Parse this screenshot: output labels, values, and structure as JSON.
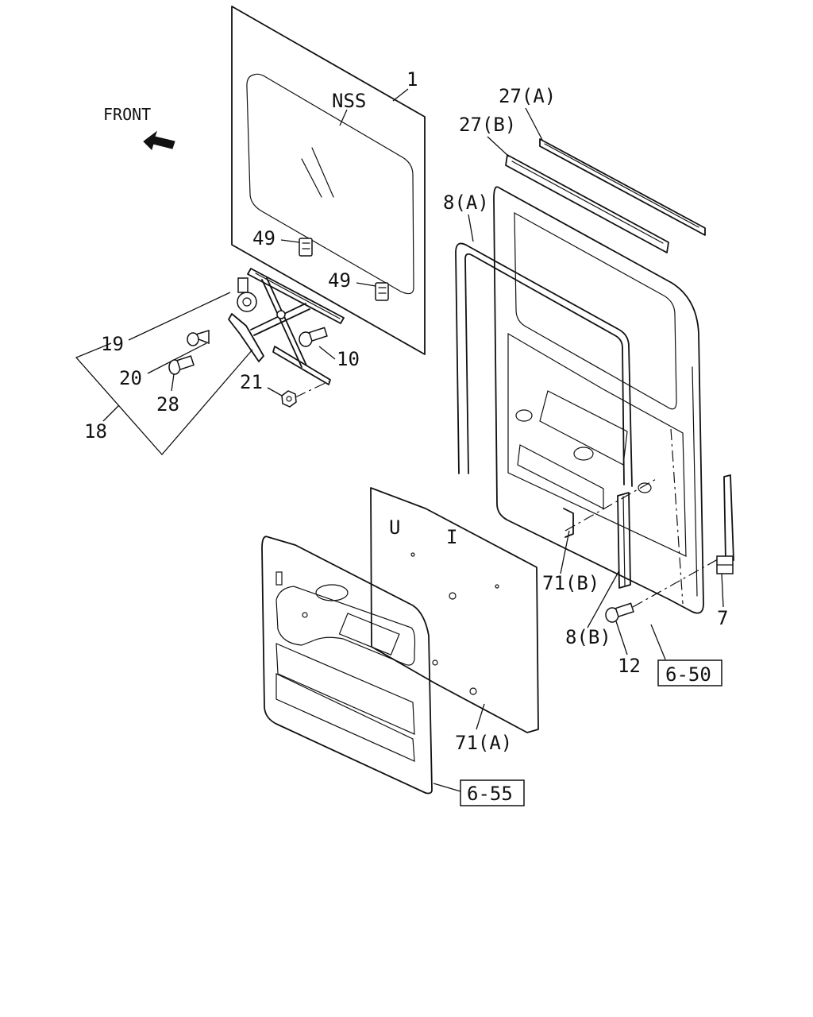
{
  "orientation_label": "FRONT",
  "glass_marking": "NSS",
  "callouts": {
    "c1": "1",
    "c7": "7",
    "c8a": "8(A)",
    "c8b": "8(B)",
    "c10": "10",
    "c12": "12",
    "c18": "18",
    "c19": "19",
    "c20": "20",
    "c21": "21",
    "c27a": "27(A)",
    "c27b": "27(B)",
    "c28": "28",
    "c49a": "49",
    "c49b": "49",
    "c71a": "71(A)",
    "c71b": "71(B)"
  },
  "references": {
    "door_ref": "6-50",
    "trim_ref": "6-55"
  },
  "panel_markings": {
    "mark_u": "U",
    "mark_i": "I"
  },
  "icons": [
    "front-arrow-icon"
  ]
}
